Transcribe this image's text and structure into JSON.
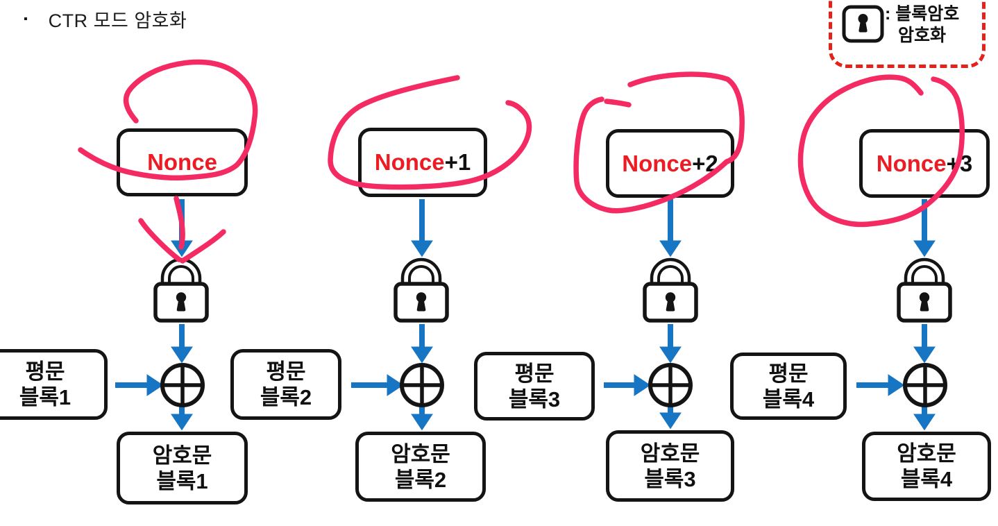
{
  "slide": {
    "bullet": "▪",
    "title": "CTR 모드 암호화"
  },
  "legend": {
    "icon": "block-cipher-padlock-icon",
    "label_line1": ": 블록암호",
    "label_line2": "암호화"
  },
  "diagram": {
    "type": "flow-diagram",
    "description": "CTR mode encryption: each counter value (Nonce+i) is encrypted with the block cipher, then XORed with the plaintext block to produce the ciphertext block",
    "columns": [
      {
        "counter_prefix": "Nonce",
        "counter_suffix": "",
        "plaintext": [
          "평문",
          "블록1"
        ],
        "ciphertext": [
          "암호문",
          "블록1"
        ],
        "annotations": [
          "hand-drawn-circle-around-counter",
          "hand-drawn-arrow-over-blue-arrow"
        ]
      },
      {
        "counter_prefix": "Nonce",
        "counter_suffix": "+1",
        "plaintext": [
          "평문",
          "블록2"
        ],
        "ciphertext": [
          "암호문",
          "블록2"
        ],
        "annotations": [
          "hand-drawn-circle-around-counter"
        ]
      },
      {
        "counter_prefix": "Nonce",
        "counter_suffix": "+2",
        "plaintext": [
          "평문",
          "블록3"
        ],
        "ciphertext": [
          "암호문",
          "블록3"
        ],
        "annotations": [
          "hand-drawn-circle-around-counter"
        ]
      },
      {
        "counter_prefix": "Nonce",
        "counter_suffix": "+3",
        "plaintext": [
          "평문",
          "블록4"
        ],
        "ciphertext": [
          "암호문",
          "블록4"
        ],
        "annotations": [
          "hand-drawn-circle-around-counter"
        ]
      }
    ],
    "operators": {
      "encrypt": "padlock-icon",
      "combine": "xor-circle-plus"
    }
  },
  "colors": {
    "arrow_blue": "#1776C4",
    "ink_red": "#F42A62",
    "legend_red": "#E3221A",
    "counter_red": "#EC1C24",
    "outline_black": "#141414"
  }
}
